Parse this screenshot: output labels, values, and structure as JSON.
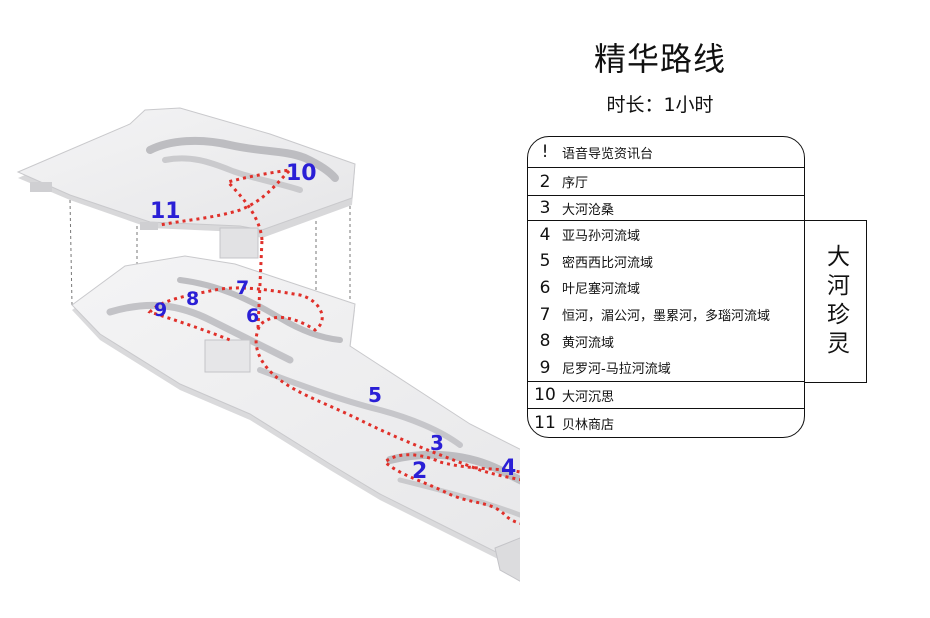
{
  "header": {
    "title": "精华路线",
    "duration": "时长：1小时"
  },
  "legend": {
    "items": [
      {
        "num": "!",
        "label": "语音导览资讯台"
      },
      {
        "num": "2",
        "label": "序厅"
      },
      {
        "num": "3",
        "label": "大河沧桑"
      },
      {
        "num": "4",
        "label": "亚马孙河流域"
      },
      {
        "num": "5",
        "label": "密西西比河流域"
      },
      {
        "num": "6",
        "label": "叶尼塞河流域"
      },
      {
        "num": "7",
        "label": "恒河，湄公河，墨累河，多瑙河流域"
      },
      {
        "num": "8",
        "label": "黄河流域"
      },
      {
        "num": "9",
        "label": "尼罗河-马拉河流域"
      },
      {
        "num": "10",
        "label": "大河沉思"
      },
      {
        "num": "11",
        "label": "贝林商店"
      }
    ],
    "group_label": "大河珍灵"
  },
  "map": {
    "markers": [
      "!",
      "2",
      "3",
      "4",
      "5",
      "6",
      "7",
      "8",
      "9",
      "10",
      "11"
    ],
    "route_color": "#e0302a",
    "marker_color": "#2a1fd6"
  }
}
